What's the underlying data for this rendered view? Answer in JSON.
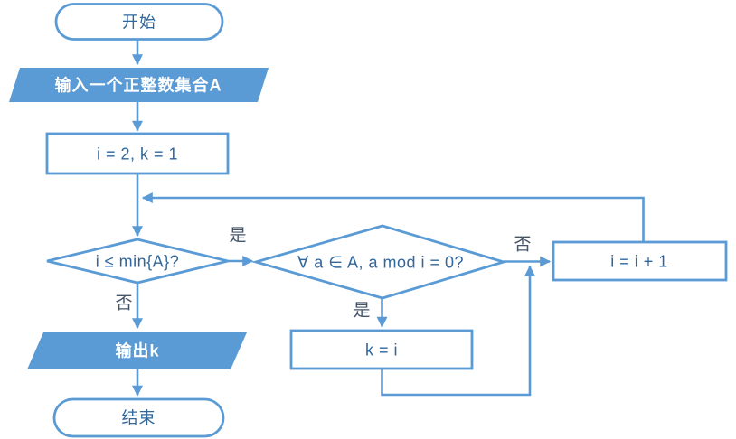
{
  "flowchart": {
    "background": "#ffffff",
    "colors": {
      "line": "#5b9bd5",
      "accent_fill": "#5b9bd5",
      "node_text": "#31679c",
      "filled_node_text": "#ffffff",
      "branch_label_text": "#44546a"
    },
    "nodes": {
      "start": {
        "type": "terminator",
        "label": "开始"
      },
      "input": {
        "type": "data",
        "label": "输入一个正整数集合A"
      },
      "init": {
        "type": "process",
        "label": "i = 2, k = 1"
      },
      "cond1": {
        "type": "decision",
        "label": "i ≤ min{A}?"
      },
      "cond2": {
        "type": "decision",
        "label": "∀ a ∈ A, a mod i = 0?"
      },
      "increment": {
        "type": "process",
        "label": "i = i + 1"
      },
      "assign": {
        "type": "process",
        "label": "k = i"
      },
      "output": {
        "type": "data",
        "label": "输出k"
      },
      "end": {
        "type": "terminator",
        "label": "结束"
      }
    },
    "edges": {
      "cond1_yes": {
        "label": "是"
      },
      "cond1_no": {
        "label": "否"
      },
      "cond2_yes": {
        "label": "是"
      },
      "cond2_no": {
        "label": "否"
      }
    }
  }
}
